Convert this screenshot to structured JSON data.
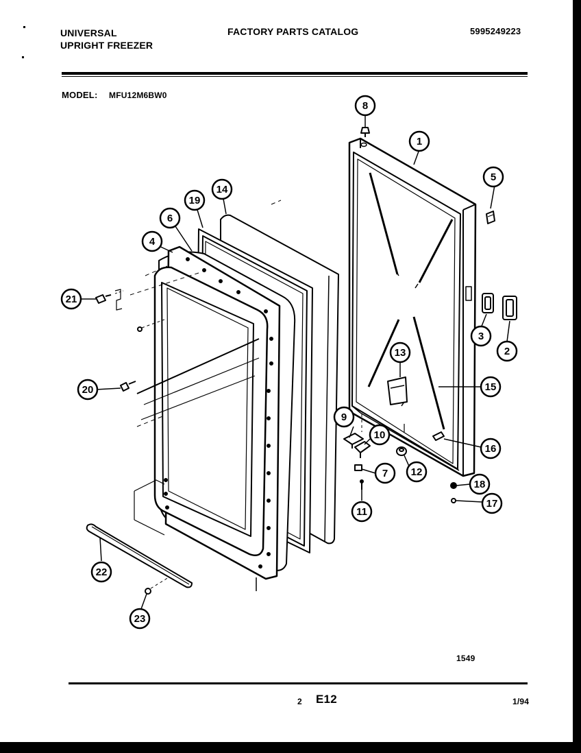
{
  "header": {
    "brand": "UNIVERSAL",
    "product": "UPRIGHT FREEZER",
    "catalog_title": "FACTORY PARTS CATALOG",
    "part_number": "5995249223"
  },
  "model": {
    "label": "MODEL:",
    "value": "MFU12M6BW0"
  },
  "callouts": [
    "1",
    "2",
    "3",
    "4",
    "5",
    "6",
    "7",
    "8",
    "9",
    "10",
    "11",
    "12",
    "13",
    "14",
    "15",
    "16",
    "17",
    "18",
    "19",
    "20",
    "21",
    "22",
    "23"
  ],
  "footer": {
    "figure_number": "1549",
    "page_number": "2",
    "section": "E12",
    "date": "1/94"
  }
}
